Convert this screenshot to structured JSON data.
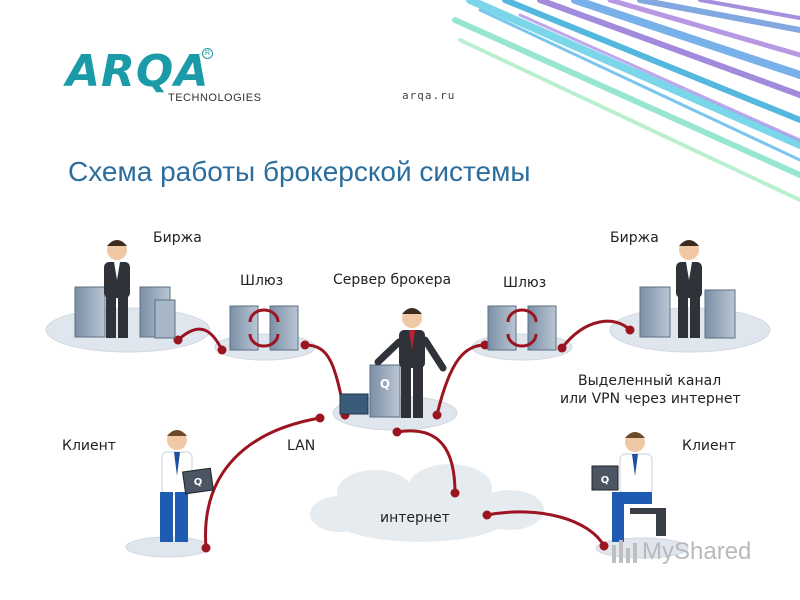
{
  "header": {
    "logo_text": "ARQA",
    "logo_reg": "R",
    "logo_sub": "TECHNOLOGIES",
    "site": "arqa.ru",
    "title": "Схема работы брокерской системы"
  },
  "labels": {
    "exchange_left": "Биржа",
    "exchange_right": "Биржа",
    "gateway_left": "Шлюз",
    "gateway_right": "Шлюз",
    "broker_server": "Сервер брокера",
    "dedicated_line1": "Выделенный канал",
    "dedicated_line2": "или VPN через интернет",
    "client_left": "Клиент",
    "client_right": "Клиент",
    "lan": "LAN",
    "internet": "интернет"
  },
  "watermark": "MyShared",
  "colors": {
    "brand": "#1b9aa8",
    "title": "#2b6e9e",
    "link": "#9b1420",
    "suit": "#2f3238",
    "server": "#8ea1b6",
    "platform": "#dfe6ee"
  }
}
